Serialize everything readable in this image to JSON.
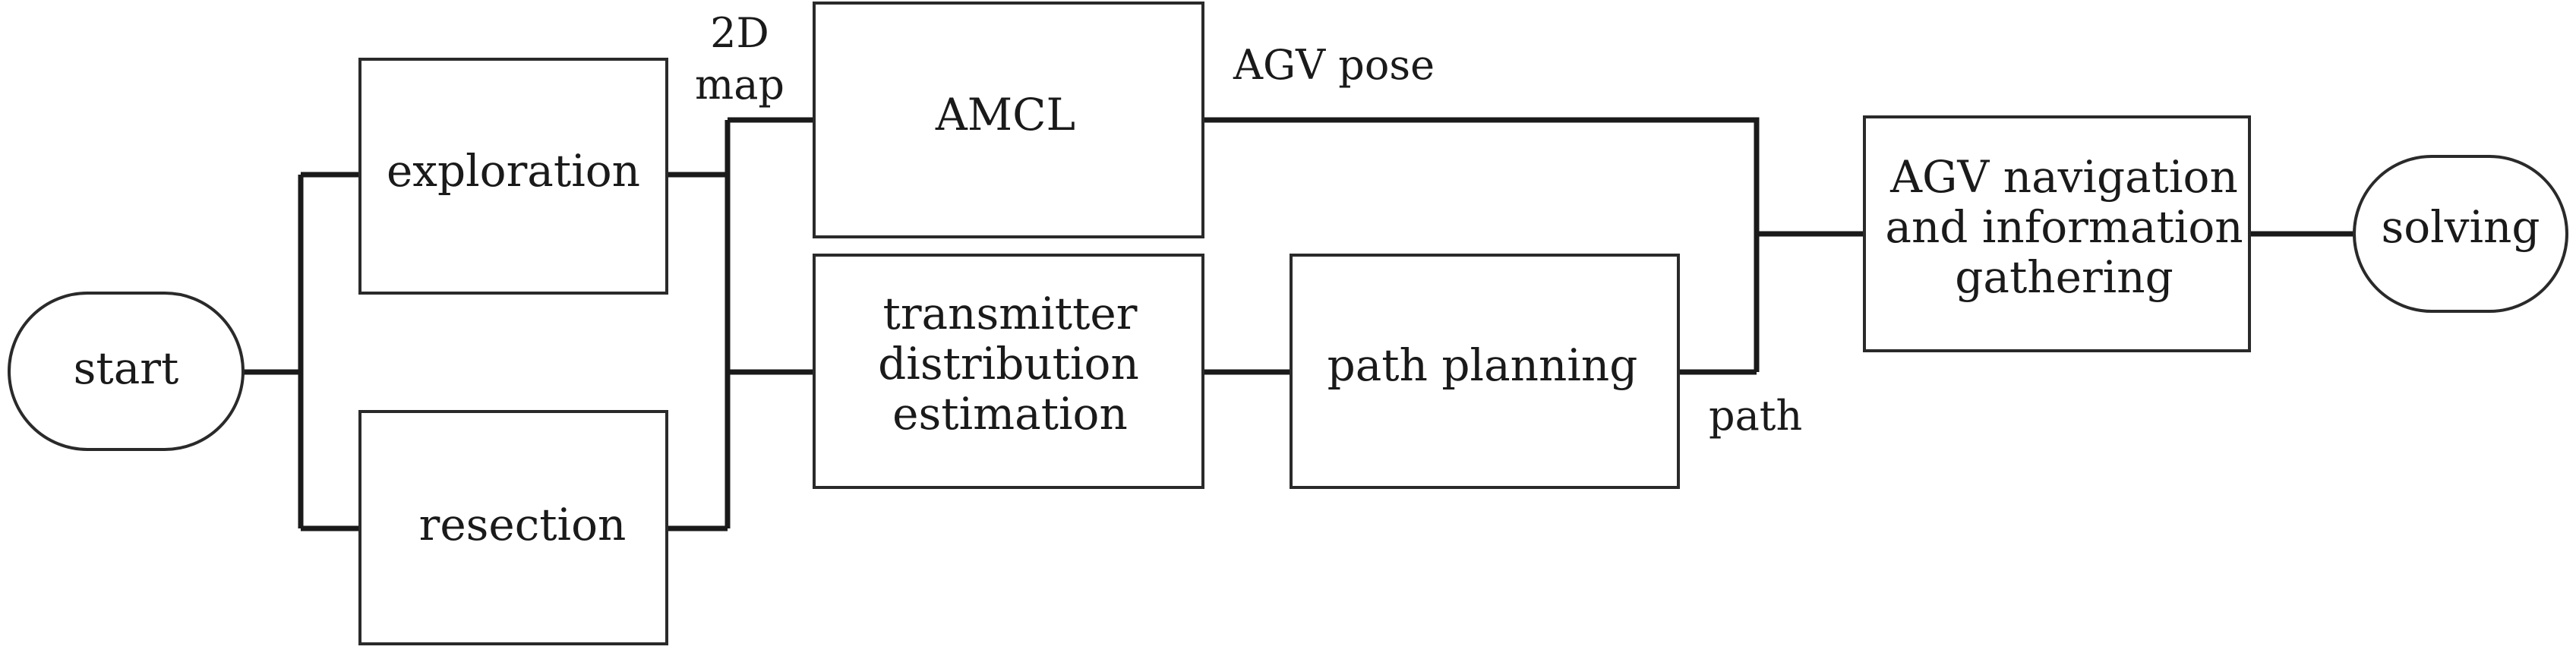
{
  "nodes": {
    "start": "start",
    "exploration": "exploration",
    "resection": "resection",
    "amcl": "AMCL",
    "transmitter": [
      "transmitter",
      "distribution",
      "estimation"
    ],
    "path_planning": "path planning",
    "agv_navigation": [
      "AGV navigation",
      "and information",
      "gathering"
    ],
    "solving": "solving"
  },
  "edge_labels": {
    "map": [
      "2D",
      "map"
    ],
    "agv_pose": "AGV pose",
    "path": "path"
  }
}
